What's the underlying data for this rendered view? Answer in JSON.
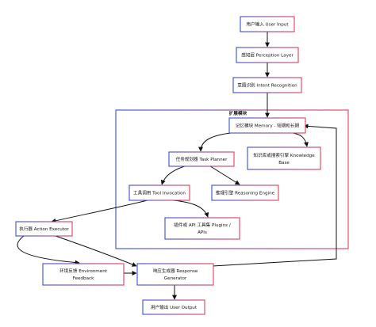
{
  "diagram": {
    "colors": {
      "frame_left": "#3a4fd8",
      "frame_right": "#e0405a",
      "arrow": "#111111"
    },
    "group": {
      "title": "扩展模块"
    },
    "nodes": {
      "user_input": "用户输入 User Input",
      "perception_layer": "感知层 Perception Layer",
      "intent_recognition": "意图识别 Intent Recognition",
      "memory": "记忆模块 Memory - 短期和长期",
      "knowledge_base": [
        "知识库或搜索引擎 Knowledge",
        "Base"
      ],
      "task_planner": "任务规划器 Task Planner",
      "tool_invocation": "工具调用 Tool Invocation",
      "reasoning_engine": "推理引擎 Reasoning Engine",
      "plugins_apis": [
        "插件或 API 工具集 Plugins /",
        "APIs"
      ],
      "action_executor": "执行器 Action Executor",
      "environment_feedback": [
        "环境反馈 Environment",
        "Feedback"
      ],
      "response_generator": [
        "响应生成器 Response",
        "Generator"
      ],
      "user_output": "用户输出 User Output"
    }
  }
}
